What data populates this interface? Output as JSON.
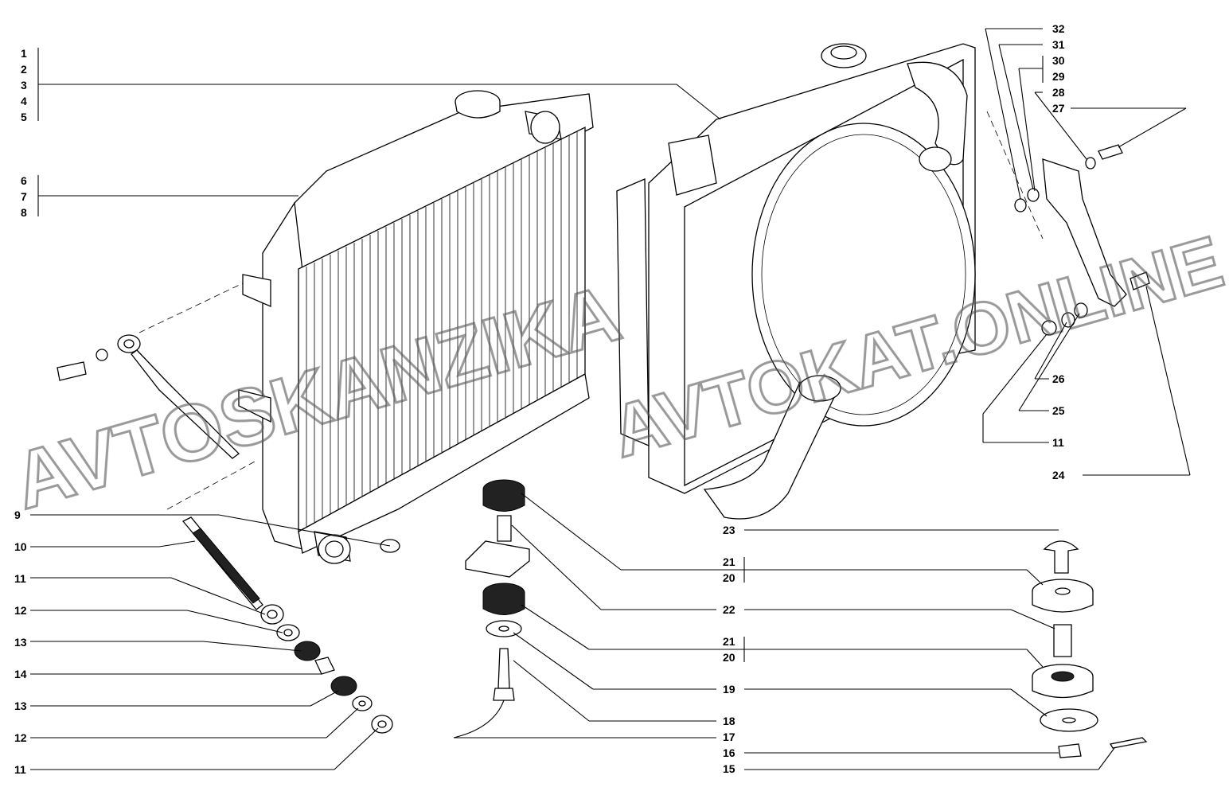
{
  "callouts": {
    "c1": "1",
    "c2": "2",
    "c3": "3",
    "c4": "4",
    "c5": "5",
    "c6": "6",
    "c7": "7",
    "c8": "8",
    "c9": "9",
    "c10": "10",
    "c11a": "11",
    "c12a": "12",
    "c13a": "13",
    "c14": "14",
    "c13b": "13",
    "c12b": "12",
    "c11b": "11",
    "c32": "32",
    "c31": "31",
    "c30": "30",
    "c29": "29",
    "c28": "28",
    "c27": "27",
    "c26": "26",
    "c25": "25",
    "c11c": "11",
    "c24": "24",
    "c23": "23",
    "c21a": "21",
    "c20a": "20",
    "c22": "22",
    "c21b": "21",
    "c20b": "20",
    "c19": "19",
    "c18": "18",
    "c17": "17",
    "c16": "16",
    "c15": "15"
  },
  "watermark": {
    "left": "AVTOSKANZIKA",
    "right": "AVTOKAT.ONLINE"
  }
}
